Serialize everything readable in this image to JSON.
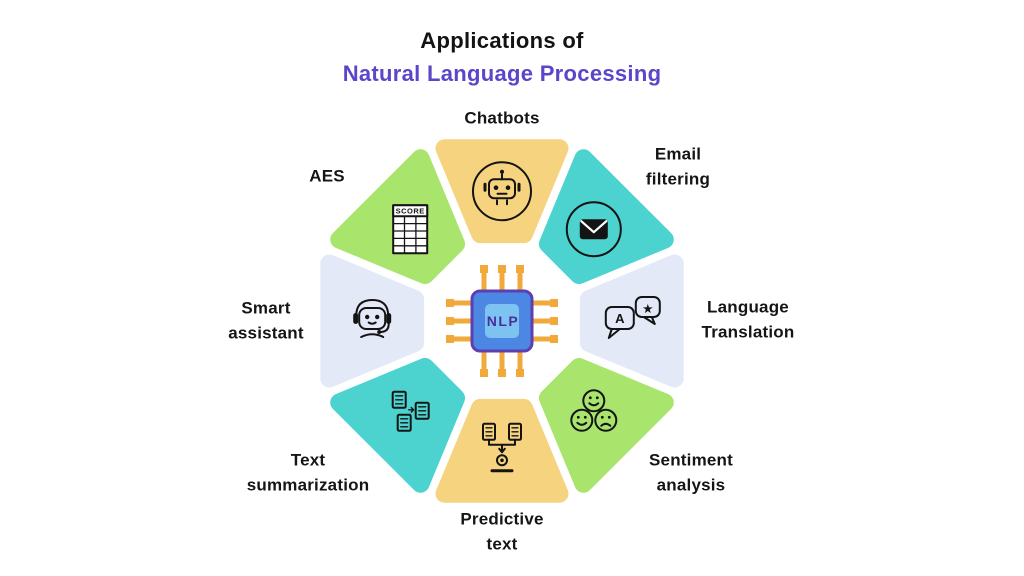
{
  "title": {
    "line1": "Applications of",
    "line2": "Natural Language Processing"
  },
  "colors": {
    "background": "#ffffff",
    "title_text": "#131313",
    "title_accent": "#5b46c9",
    "label_text": "#151515",
    "segment_yellow": "#f6d37e",
    "segment_teal": "#4cd3d0",
    "segment_green": "#a9e56d",
    "segment_lavender": "#e4e9f7",
    "icon_line": "#141414",
    "chip_body": "#4b87e3",
    "chip_border": "#5d3fb0",
    "chip_inner": "#7cc3f2",
    "chip_text": "#4a2e9b",
    "pin_gold": "#f2a93b"
  },
  "center": {
    "label": "NLP",
    "icon": "nlp-chip-icon"
  },
  "segments": [
    {
      "id": "chatbots",
      "label": "Chatbots",
      "color_key": "segment_yellow",
      "icon": "chatbot-icon",
      "position": "top"
    },
    {
      "id": "email-filtering",
      "label": "Email\nfiltering",
      "color_key": "segment_teal",
      "icon": "email-icon",
      "position": "top-right"
    },
    {
      "id": "language-translation",
      "label": "Language\nTranslation",
      "color_key": "segment_lavender",
      "icon": "translation-bubbles-icon",
      "position": "right"
    },
    {
      "id": "sentiment-analysis",
      "label": "Sentiment\nanalysis",
      "color_key": "segment_green",
      "icon": "smileys-icon",
      "position": "bottom-right"
    },
    {
      "id": "predictive-text",
      "label": "Predictive\ntext",
      "color_key": "segment_yellow",
      "icon": "predictive-flow-icon",
      "position": "bottom"
    },
    {
      "id": "text-summarization",
      "label": "Text\nsummarization",
      "color_key": "segment_teal",
      "icon": "documents-merge-icon",
      "position": "bottom-left"
    },
    {
      "id": "smart-assistant",
      "label": "Smart\nassistant",
      "color_key": "segment_lavender",
      "icon": "assistant-robot-icon",
      "position": "left"
    },
    {
      "id": "aes",
      "label": "AES",
      "color_key": "segment_green",
      "icon": "score-sheet-icon",
      "position": "top-left"
    }
  ],
  "icon_texts": {
    "score_sheet": "SCORE",
    "translation_left": "A",
    "translation_right": "★"
  }
}
